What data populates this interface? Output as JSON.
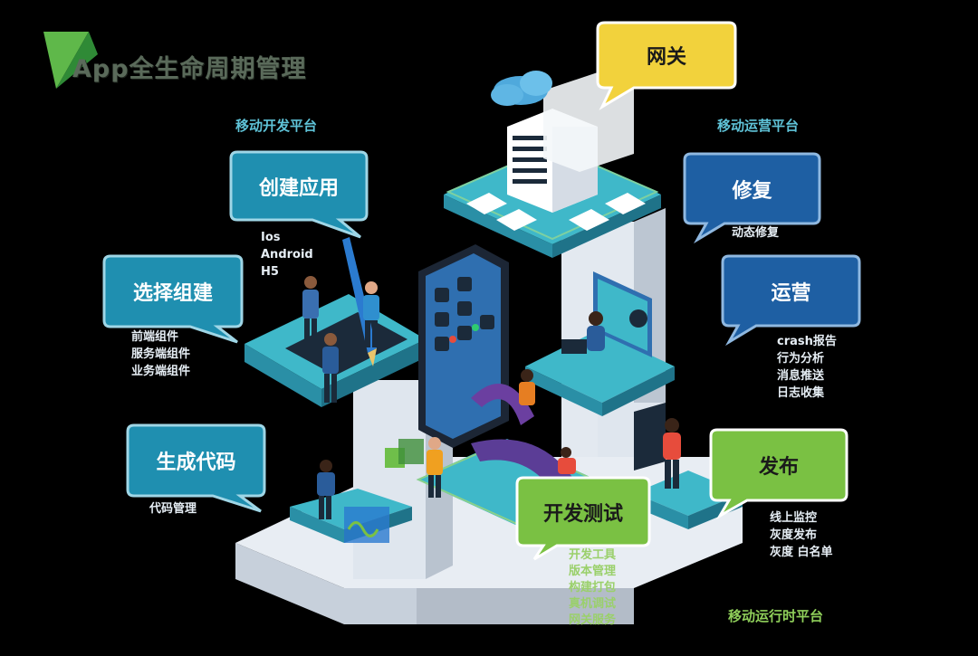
{
  "title": "App全生命周期管理",
  "sections": {
    "dev_platform": "移动开发平台",
    "ops_platform": "移动运营平台",
    "runtime_platform": "移动运行时平台"
  },
  "bubbles": {
    "gateway": "网关",
    "create_app": "创建应用",
    "select_components": "选择组建",
    "generate_code": "生成代码",
    "dev_test": "开发测试",
    "repair": "修复",
    "operations": "运营",
    "release": "发布"
  },
  "lists": {
    "create_app": [
      "Ios",
      "Android",
      "H5"
    ],
    "select_components": [
      "前端组件",
      "服务端组件",
      "业务端组件"
    ],
    "generate_code": [
      "代码管理"
    ],
    "dev_test": [
      "开发工具",
      "版本管理",
      "构建打包",
      "真机调试",
      "网关服务"
    ],
    "repair": [
      "动态修复"
    ],
    "operations": [
      "crash报告",
      "行为分析",
      "消息推送",
      "日志收集"
    ],
    "release": [
      "线上监控",
      "灰度发布",
      "灰度 白名单"
    ]
  },
  "colors": {
    "background": "#000000",
    "bubble_blue": "#1e6aa8",
    "bubble_teal": "#1f8fb0",
    "bubble_yellow": "#f2d23c",
    "bubble_green": "#7ac143",
    "platform_teal": "#3fb8c9",
    "logo_green": "#4cae4c"
  }
}
